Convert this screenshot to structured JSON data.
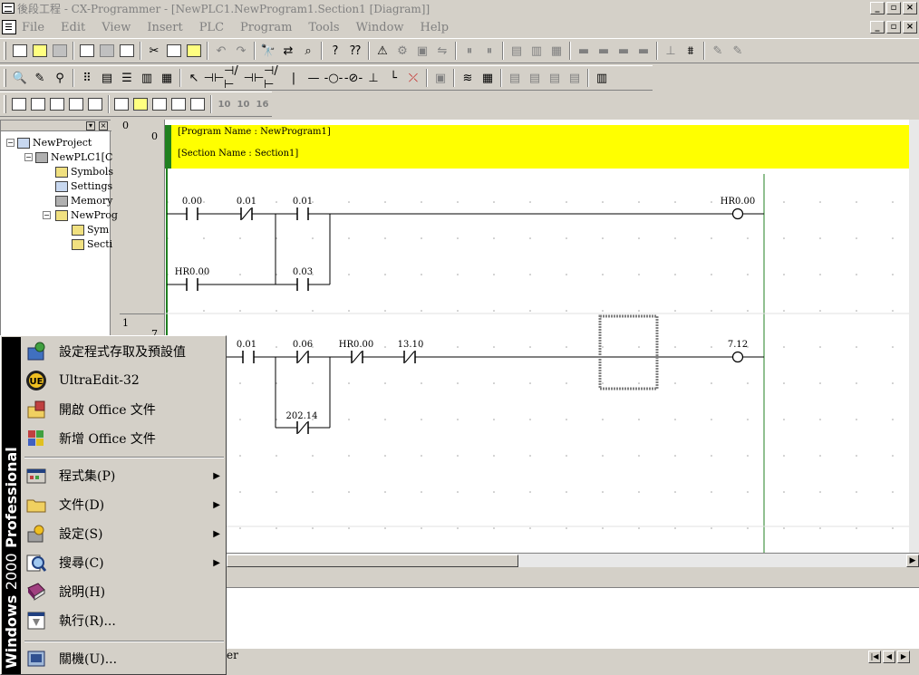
{
  "window": {
    "title": "後段工程 - CX-Programmer - [NewPLC1.NewProgram1.Section1 [Diagram]]",
    "min": "_",
    "max": "▫",
    "close": "×"
  },
  "menubar": {
    "items": [
      {
        "label": "File"
      },
      {
        "label": "Edit"
      },
      {
        "label": "View"
      },
      {
        "label": "Insert"
      },
      {
        "label": "PLC"
      },
      {
        "label": "Program"
      },
      {
        "label": "Tools"
      },
      {
        "label": "Window"
      },
      {
        "label": "Help"
      }
    ]
  },
  "toolbar3": {
    "items": [
      "10",
      "10",
      "16"
    ]
  },
  "project_tree": {
    "nodes": [
      {
        "label": "NewProject"
      },
      {
        "label": "NewPLC1[C"
      },
      {
        "label": "Symbols"
      },
      {
        "label": "Settings"
      },
      {
        "label": "Memory"
      },
      {
        "label": "NewProg"
      },
      {
        "label": "Sym"
      },
      {
        "label": "Secti"
      }
    ]
  },
  "ladder": {
    "program_name": "[Program Name : NewProgram1]",
    "section_name": "[Section Name : Section1]",
    "rungs": [
      {
        "index": "0",
        "step": "0"
      },
      {
        "index": "1",
        "step": "7"
      }
    ],
    "rung0": {
      "contacts": [
        {
          "address": "0.00",
          "type": "NO"
        },
        {
          "address": "0.01",
          "type": "NC"
        },
        {
          "address": "0.01",
          "type": "NO"
        },
        {
          "address": "HR0.00",
          "type": "NO"
        },
        {
          "address": "0.03",
          "type": "NO"
        }
      ],
      "coil": "HR0.00"
    },
    "rung1": {
      "contacts": [
        {
          "address": "0.01",
          "type": "NO"
        },
        {
          "address": "0.06",
          "type": "NC"
        },
        {
          "address": "HR0.00",
          "type": "NC"
        },
        {
          "address": "13.10",
          "type": "NC"
        },
        {
          "address": "202.14",
          "type": "NC"
        }
      ],
      "coil": "7.12"
    }
  },
  "output": {
    "tab_label": "er"
  },
  "start_menu": {
    "banner_brand": "Windows",
    "banner_version": "2000",
    "banner_edition": "Professional",
    "items": [
      {
        "label": "設定程式存取及預設值",
        "icon": "program-access-icon"
      },
      {
        "label": "UltraEdit-32",
        "icon": "ultraedit-icon"
      },
      {
        "label": "開啟 Office 文件",
        "icon": "open-office-icon"
      },
      {
        "label": "新增 Office 文件",
        "icon": "new-office-icon"
      },
      {
        "label": "程式集(P)",
        "icon": "programs-icon",
        "submenu": true
      },
      {
        "label": "文件(D)",
        "icon": "documents-icon",
        "submenu": true
      },
      {
        "label": "設定(S)",
        "icon": "settings-icon",
        "submenu": true
      },
      {
        "label": "搜尋(C)",
        "icon": "search-icon",
        "submenu": true
      },
      {
        "label": "說明(H)",
        "icon": "help-icon"
      },
      {
        "label": "執行(R)...",
        "icon": "run-icon"
      },
      {
        "label": "關機(U)...",
        "icon": "shutdown-icon"
      }
    ]
  }
}
